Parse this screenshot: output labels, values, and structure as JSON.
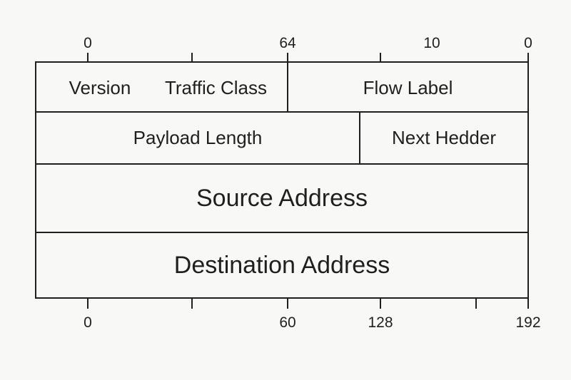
{
  "top_scale": {
    "labels": [
      "0",
      "64",
      "10",
      "0"
    ]
  },
  "bottom_scale": {
    "labels": [
      "0",
      "60",
      "128",
      "192"
    ]
  },
  "header": {
    "rows": [
      {
        "fields": [
          "Version",
          "Traffic Class",
          "Flow Label"
        ]
      },
      {
        "fields": [
          "Payload Length",
          "Next Hedder"
        ]
      },
      {
        "fields": [
          "Source Address"
        ]
      },
      {
        "fields": [
          "Destination Address"
        ]
      }
    ]
  },
  "colors": {
    "background": "#f8f8f6",
    "line": "#1f1f1f",
    "text": "#1f1f1f"
  }
}
